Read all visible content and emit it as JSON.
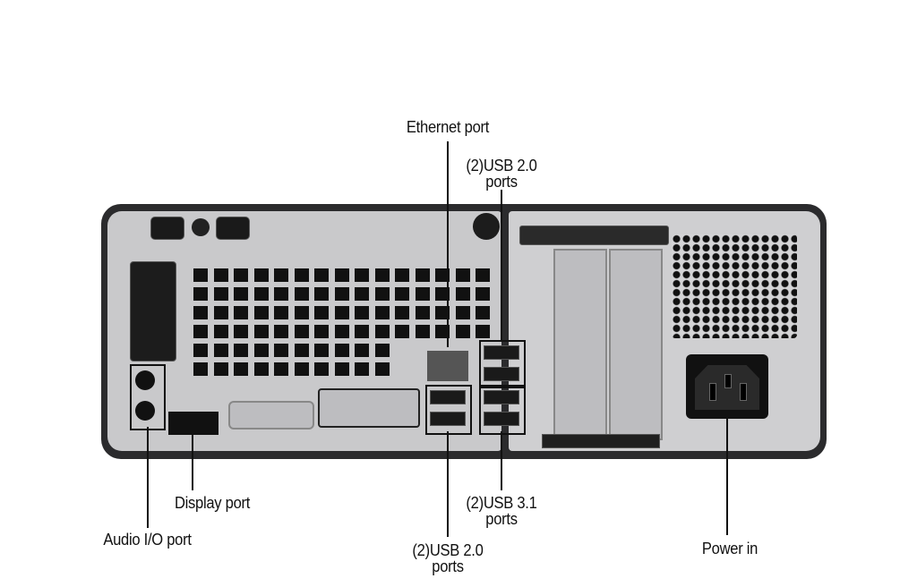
{
  "labels": {
    "ethernet": "Ethernet port",
    "usb20_top": [
      "(2)USB 2.0",
      "ports"
    ],
    "display": "Display port",
    "audio": "Audio I/O port",
    "usb31": [
      "(2)USB 3.1",
      "ports"
    ],
    "usb20_bottom": [
      "(2)USB 2.0",
      "ports"
    ],
    "power": "Power in"
  }
}
